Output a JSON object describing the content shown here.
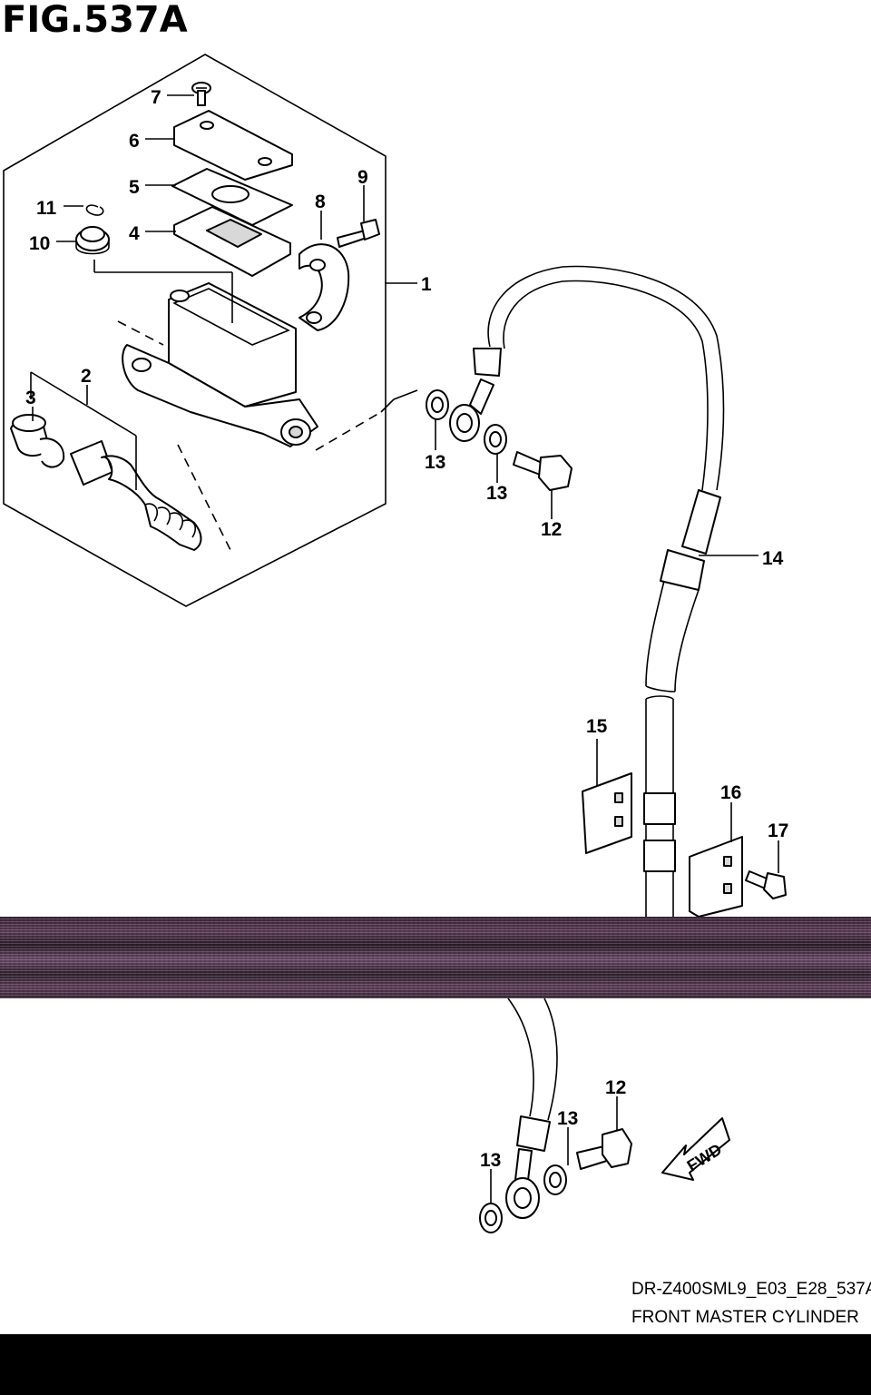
{
  "figure": {
    "title": "FIG.537A",
    "model_code": "DR-Z400SML9_E03_E28_537A",
    "name": "FRONT MASTER CYLINDER"
  },
  "callouts": [
    {
      "id": "c1",
      "label": "1"
    },
    {
      "id": "c2",
      "label": "2"
    },
    {
      "id": "c3",
      "label": "3"
    },
    {
      "id": "c4",
      "label": "4"
    },
    {
      "id": "c5",
      "label": "5"
    },
    {
      "id": "c6",
      "label": "6"
    },
    {
      "id": "c7",
      "label": "7"
    },
    {
      "id": "c8",
      "label": "8"
    },
    {
      "id": "c9",
      "label": "9"
    },
    {
      "id": "c10",
      "label": "10"
    },
    {
      "id": "c11",
      "label": "11"
    },
    {
      "id": "c12a",
      "label": "12"
    },
    {
      "id": "c13a",
      "label": "13"
    },
    {
      "id": "c13b",
      "label": "13"
    },
    {
      "id": "c14",
      "label": "14"
    },
    {
      "id": "c15",
      "label": "15"
    },
    {
      "id": "c16",
      "label": "16"
    },
    {
      "id": "c17",
      "label": "17"
    },
    {
      "id": "c12b",
      "label": "12"
    },
    {
      "id": "c13c",
      "label": "13"
    },
    {
      "id": "c13d",
      "label": "13"
    }
  ],
  "fwd_arrow": {
    "label": "FWD"
  },
  "colors": {
    "ink": "#000000",
    "paper": "#ffffff",
    "scan_band": "#4a2f47"
  }
}
